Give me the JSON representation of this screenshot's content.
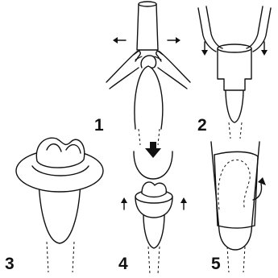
{
  "steps": [
    {
      "number": "1"
    },
    {
      "number": "2"
    },
    {
      "number": "3"
    },
    {
      "number": "4"
    },
    {
      "number": "5"
    }
  ],
  "colors": {
    "line": "#111111",
    "background": "#ffffff"
  }
}
